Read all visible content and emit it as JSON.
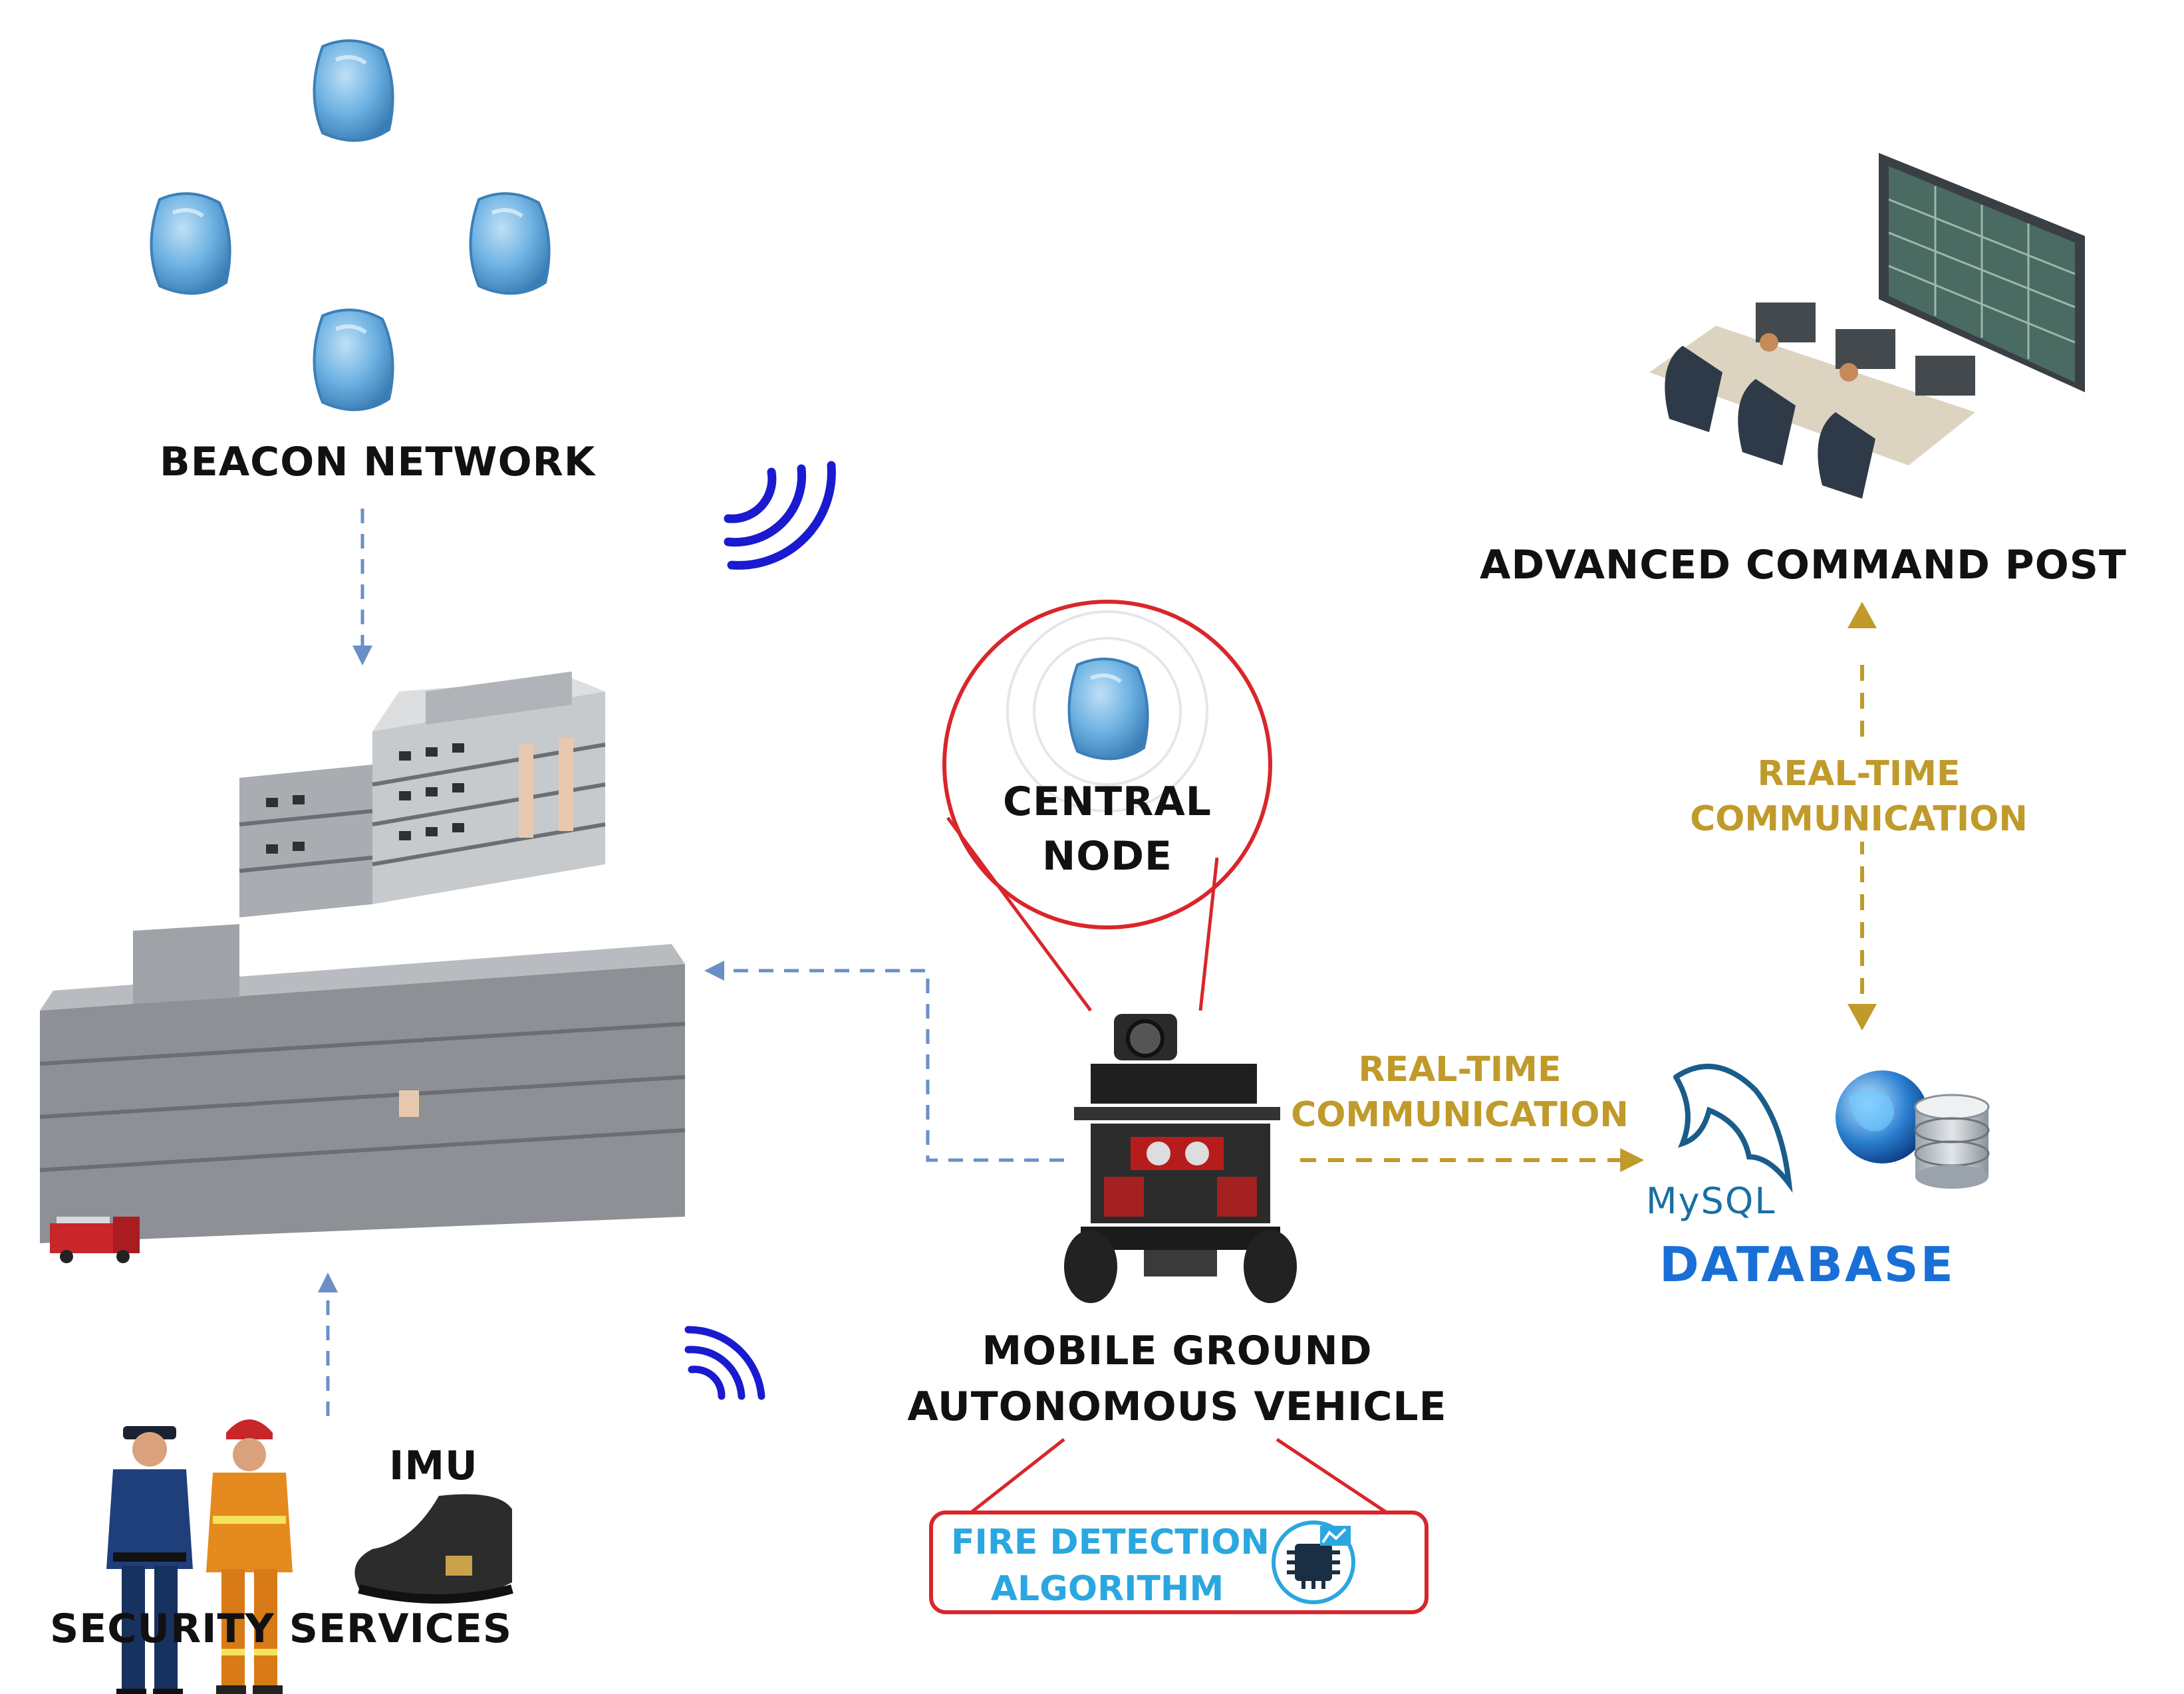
{
  "labels": {
    "beacon_network": "BEACON NETWORK",
    "advanced_command_post": "ADVANCED COMMAND POST",
    "central_node": "CENTRAL NODE",
    "central_node_l1": "CENTRAL",
    "central_node_l2": "NODE",
    "rt_comm_1_l1": "REAL-TIME",
    "rt_comm_1_l2": "COMMUNICATION",
    "rt_comm_2_l1": "REAL-TIME",
    "rt_comm_2_l2": "COMMUNICATION",
    "database": "DATABASE",
    "mysql_logo": "MySQL",
    "vehicle_l1": "MOBILE GROUND",
    "vehicle_l2": "AUTONOMOUS VEHICLE",
    "imu": "IMU",
    "security_services": "SECURITY SERVICES",
    "fire_l1": "FIRE DETECTION",
    "fire_l2": "ALGORITHM"
  },
  "colors": {
    "beacon": "#5fa8dc",
    "beacon_dark": "#3c7fb8",
    "callout_red": "#d9262b",
    "gold": "#c09a2a",
    "blue_text": "#1a6fd6",
    "cyan_text": "#2aa7e0",
    "flow_blue": "#6a8fc7",
    "signal_blue": "#1a1ad0"
  },
  "icons": {
    "beacon": "beacon-icon",
    "building": "building-icon",
    "robot": "robot-vehicle-icon",
    "command_post": "command-post-icon",
    "database": "database-icon",
    "globe": "globe-icon",
    "dolphin": "mysql-dolphin-icon",
    "wifi": "signal-waves-icon",
    "police": "police-officer-icon",
    "firefighter": "firefighter-icon",
    "boot": "imu-boot-icon",
    "chip": "ai-chip-icon",
    "fire_truck": "fire-truck-icon"
  }
}
